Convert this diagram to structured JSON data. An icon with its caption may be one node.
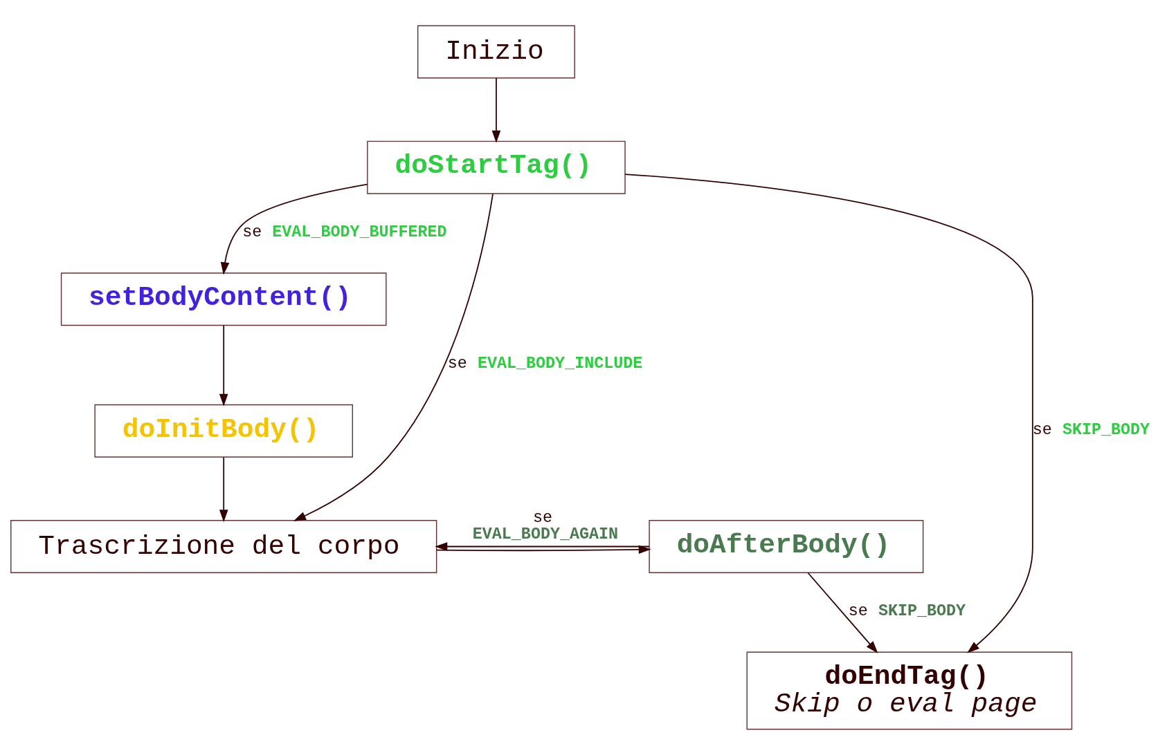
{
  "diagram": {
    "nodes": [
      {
        "text": [
          "Inizio"
        ]
      },
      {
        "text": [
          "doStartTag()"
        ]
      },
      {
        "text": [
          "setBodyContent()"
        ]
      },
      {
        "text": [
          "doInitBody()"
        ]
      },
      {
        "text": [
          "Trascrizione del corpo"
        ]
      },
      {
        "text": [
          "doAfterBody()"
        ]
      },
      {
        "text": [
          "doEndTag()",
          "Skip o eval page"
        ]
      }
    ],
    "edges": [
      {
        "from": 0,
        "to": 1,
        "arrow": "to"
      },
      {
        "from": 1,
        "to": 6,
        "arrow": "to",
        "label": "se SKIP_BODY"
      },
      {
        "from": 1,
        "to": 2,
        "arrow": "to",
        "label": "se EVAL_BODY_BUFFERED"
      },
      {
        "from": 1,
        "to": 4,
        "arrow": "to",
        "label": "se EVAL_BODY_INCLUDE"
      },
      {
        "from": 2,
        "to": 3,
        "arrow": "to"
      },
      {
        "from": 3,
        "to": 4,
        "arrow": "to"
      },
      {
        "from": 4,
        "to": 5,
        "arrow": "to"
      },
      {
        "from": 5,
        "to": 4,
        "arrow": "to",
        "label": "se EVAL_BODY_AGAIN"
      },
      {
        "from": 5,
        "to": 6,
        "arrow": "to",
        "label": "se SKIP_BODY"
      }
    ]
  }
}
